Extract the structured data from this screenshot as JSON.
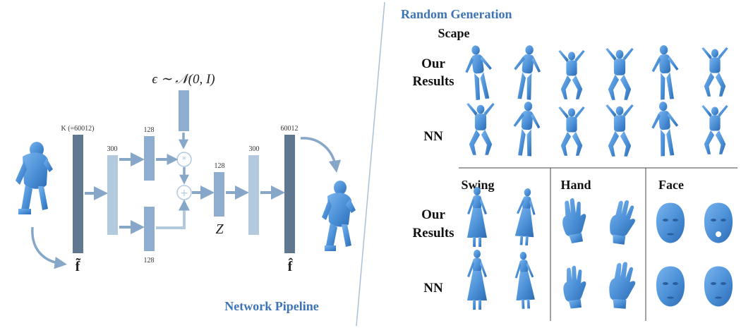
{
  "pipeline": {
    "title": "Network Pipeline",
    "input_label": "K (=60012)",
    "input_symbol": "f̃",
    "output_size": "60012",
    "output_symbol": "f̂",
    "enc1_size": "300",
    "mu_size": "128",
    "sigma_size": "128",
    "z_size": "128",
    "z_symbol": "Z",
    "dec1_size": "300",
    "noise": "ϵ ∼ 𝒩(0, I)"
  },
  "generation": {
    "title": "Random Generation",
    "scape_label": "Scape",
    "our_results_label": "Our\nResults",
    "nn_label": "NN",
    "swing_label": "Swing",
    "hand_label": "Hand",
    "face_label": "Face"
  },
  "colors": {
    "mesh": "#4a8fd6",
    "dark_layer": "#5f7890",
    "mid_layer": "#8fadcf",
    "light_layer": "#b3c9de",
    "arrow": "#86a7c8",
    "title_blue": "#3d74b6"
  }
}
